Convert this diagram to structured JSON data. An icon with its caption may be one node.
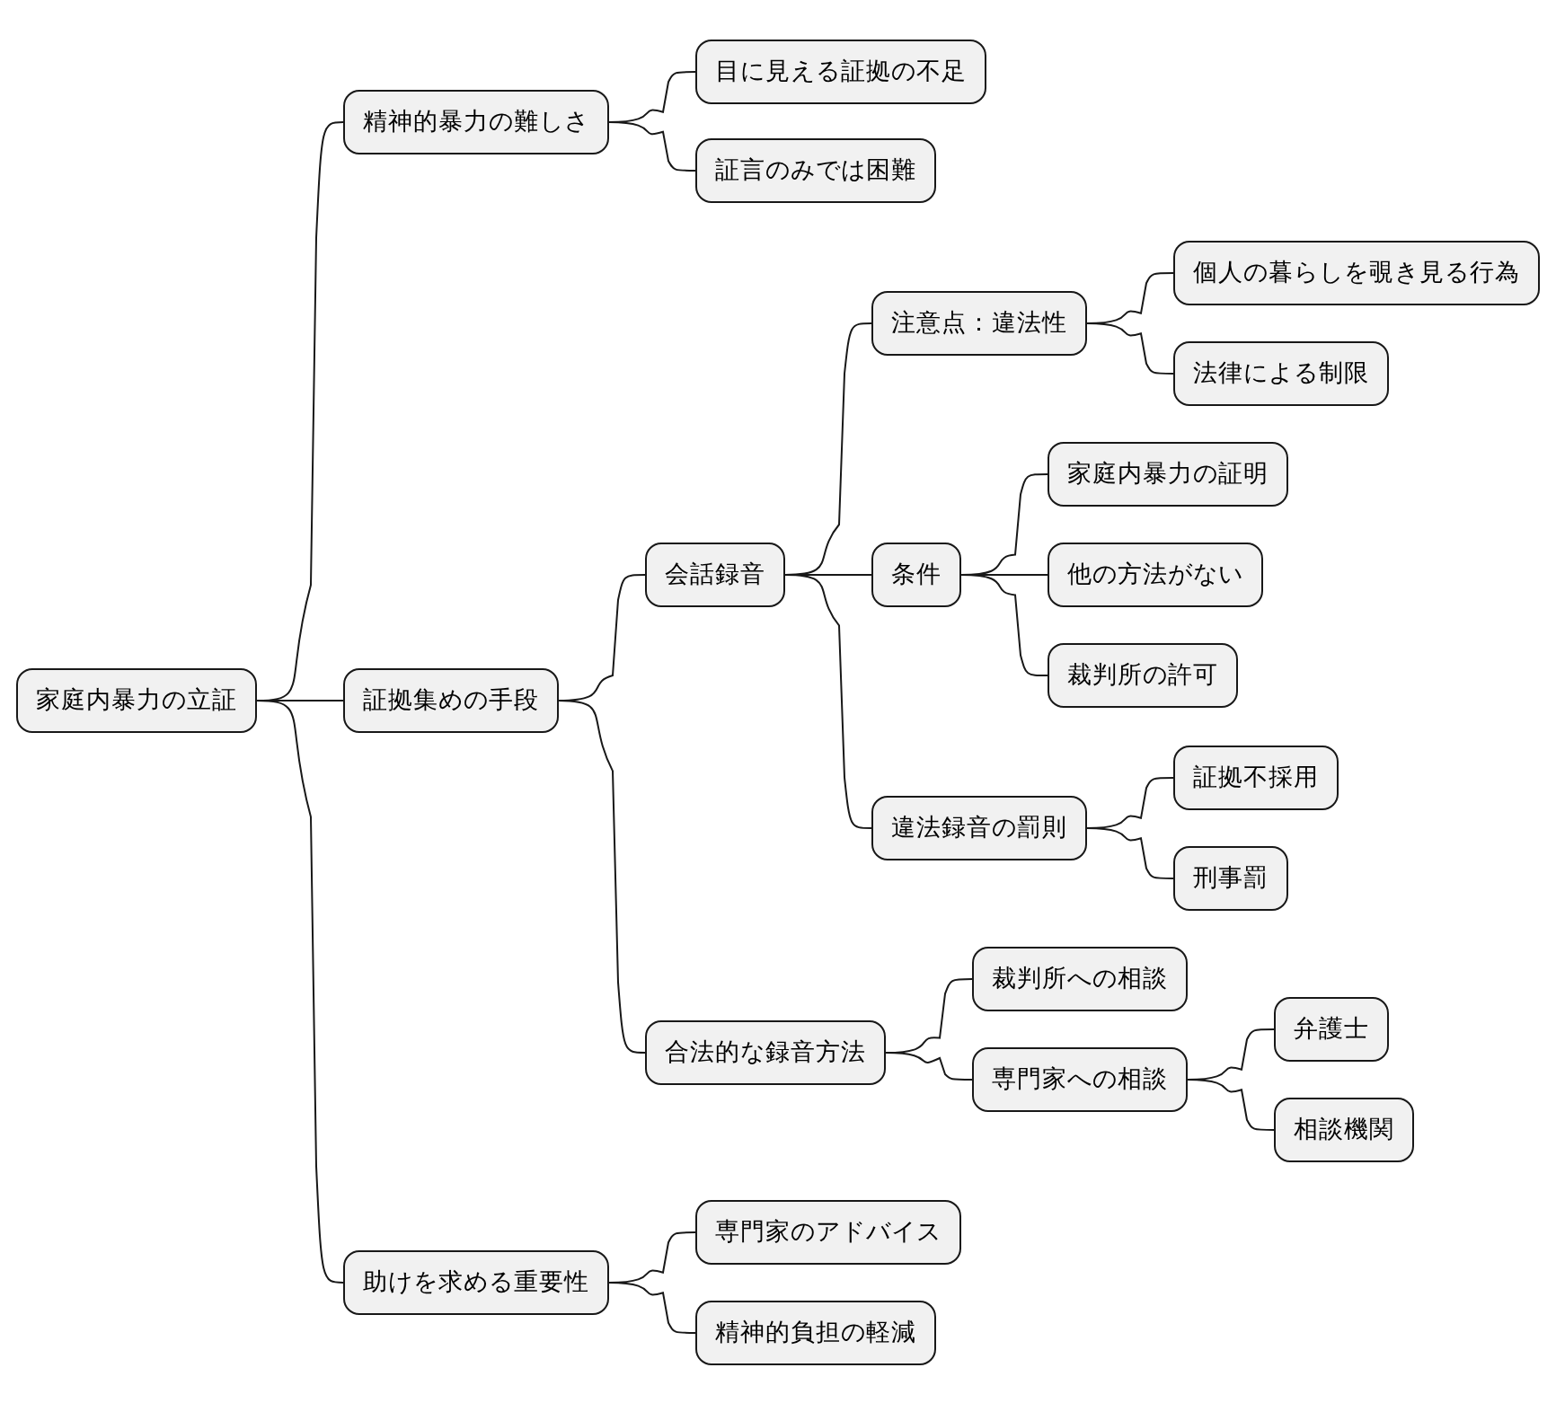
{
  "diagram": {
    "nodes": [
      {
        "text": [
          "家庭内暴力の立証"
        ]
      },
      {
        "text": [
          "精神的暴力の難しさ"
        ]
      },
      {
        "text": [
          "目に見える証拠の不足"
        ]
      },
      {
        "text": [
          "証言のみでは困難"
        ]
      },
      {
        "text": [
          "証拠集めの手段"
        ]
      },
      {
        "text": [
          "会話録音"
        ]
      },
      {
        "text": [
          "注意点：違法性"
        ]
      },
      {
        "text": [
          "個人の暮らしを覗き見る行為"
        ]
      },
      {
        "text": [
          "法律による制限"
        ]
      },
      {
        "text": [
          "条件"
        ]
      },
      {
        "text": [
          "家庭内暴力の証明"
        ]
      },
      {
        "text": [
          "他の方法がない"
        ]
      },
      {
        "text": [
          "裁判所の許可"
        ]
      },
      {
        "text": [
          "違法録音の罰則"
        ]
      },
      {
        "text": [
          "証拠不採用"
        ]
      },
      {
        "text": [
          "刑事罰"
        ]
      },
      {
        "text": [
          "合法的な録音方法"
        ]
      },
      {
        "text": [
          "裁判所への相談"
        ]
      },
      {
        "text": [
          "専門家への相談"
        ]
      },
      {
        "text": [
          "弁護士"
        ]
      },
      {
        "text": [
          "相談機関"
        ]
      },
      {
        "text": [
          "助けを求める重要性"
        ]
      },
      {
        "text": [
          "専門家のアドバイス"
        ]
      },
      {
        "text": [
          "精神的負担の軽減"
        ]
      }
    ],
    "edges": [
      {
        "from": 0,
        "to": 1,
        "arrow": "none"
      },
      {
        "from": 1,
        "to": 2,
        "arrow": "none"
      },
      {
        "from": 1,
        "to": 3,
        "arrow": "none"
      },
      {
        "from": 0,
        "to": 4,
        "arrow": "none"
      },
      {
        "from": 4,
        "to": 5,
        "arrow": "none"
      },
      {
        "from": 5,
        "to": 6,
        "arrow": "none"
      },
      {
        "from": 6,
        "to": 7,
        "arrow": "none"
      },
      {
        "from": 6,
        "to": 8,
        "arrow": "none"
      },
      {
        "from": 5,
        "to": 9,
        "arrow": "none"
      },
      {
        "from": 9,
        "to": 10,
        "arrow": "none"
      },
      {
        "from": 9,
        "to": 11,
        "arrow": "none"
      },
      {
        "from": 9,
        "to": 12,
        "arrow": "none"
      },
      {
        "from": 5,
        "to": 13,
        "arrow": "none"
      },
      {
        "from": 13,
        "to": 14,
        "arrow": "none"
      },
      {
        "from": 13,
        "to": 15,
        "arrow": "none"
      },
      {
        "from": 4,
        "to": 16,
        "arrow": "none"
      },
      {
        "from": 16,
        "to": 17,
        "arrow": "none"
      },
      {
        "from": 16,
        "to": 18,
        "arrow": "none"
      },
      {
        "from": 18,
        "to": 19,
        "arrow": "none"
      },
      {
        "from": 18,
        "to": 20,
        "arrow": "none"
      },
      {
        "from": 0,
        "to": 21,
        "arrow": "none"
      },
      {
        "from": 21,
        "to": 22,
        "arrow": "none"
      },
      {
        "from": 21,
        "to": 23,
        "arrow": "none"
      }
    ]
  }
}
